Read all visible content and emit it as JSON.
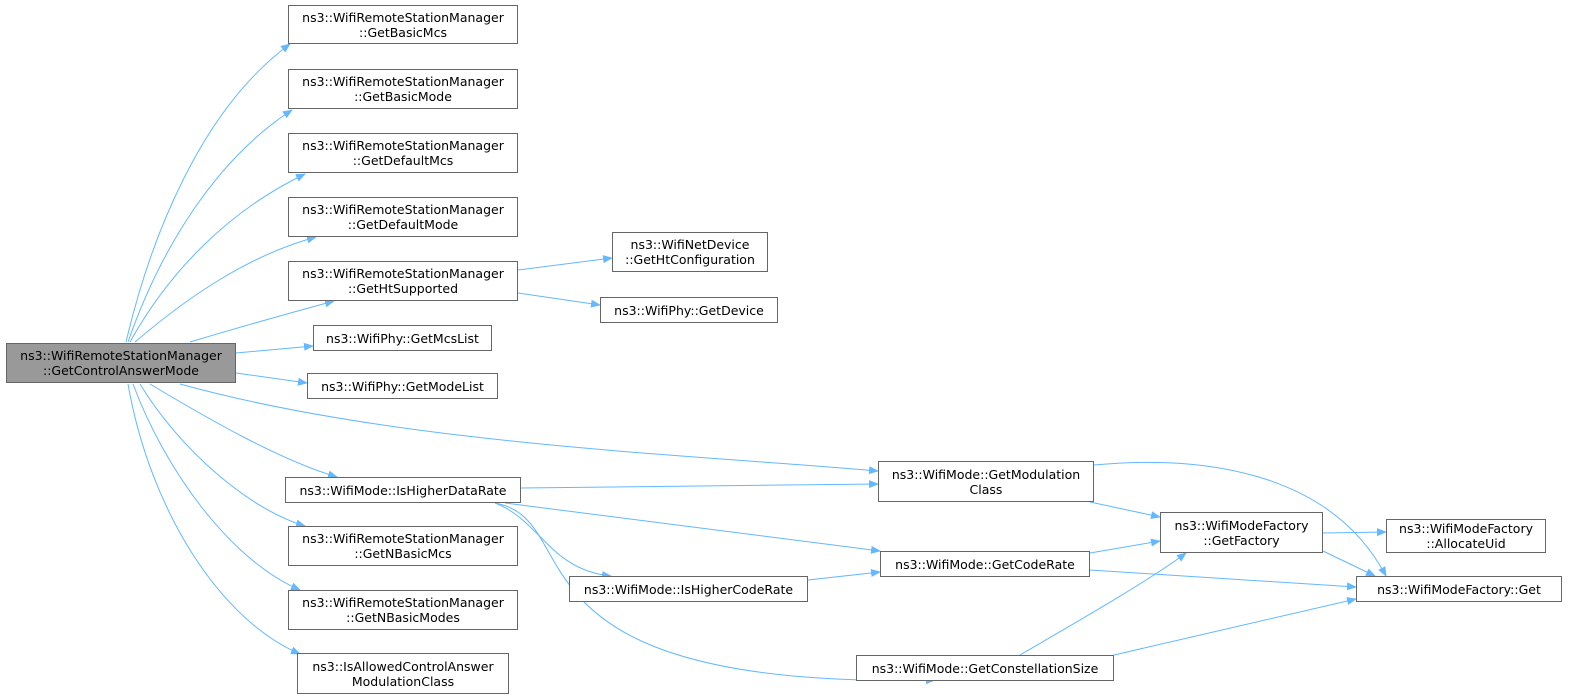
{
  "colors": {
    "edge": "#63b8ff",
    "border": "#666666",
    "root_fill": "#999999",
    "node_fill": "#ffffff",
    "text": "#000000"
  },
  "nodes": [
    {
      "id": "root",
      "lines": [
        "ns3::WifiRemoteStationManager",
        "::GetControlAnswerMode"
      ],
      "root": true
    },
    {
      "id": "getBasicMcs",
      "lines": [
        "ns3::WifiRemoteStationManager",
        "::GetBasicMcs"
      ]
    },
    {
      "id": "getBasicMode",
      "lines": [
        "ns3::WifiRemoteStationManager",
        "::GetBasicMode"
      ]
    },
    {
      "id": "getDefaultMcs",
      "lines": [
        "ns3::WifiRemoteStationManager",
        "::GetDefaultMcs"
      ]
    },
    {
      "id": "getDefaultMode",
      "lines": [
        "ns3::WifiRemoteStationManager",
        "::GetDefaultMode"
      ]
    },
    {
      "id": "getHtSupported",
      "lines": [
        "ns3::WifiRemoteStationManager",
        "::GetHtSupported"
      ]
    },
    {
      "id": "getHtConfiguration",
      "lines": [
        "ns3::WifiNetDevice",
        "::GetHtConfiguration"
      ]
    },
    {
      "id": "getDevice",
      "lines": [
        "ns3::WifiPhy::GetDevice"
      ]
    },
    {
      "id": "getMcsList",
      "lines": [
        "ns3::WifiPhy::GetMcsList"
      ]
    },
    {
      "id": "getModeList",
      "lines": [
        "ns3::WifiPhy::GetModeList"
      ]
    },
    {
      "id": "isHigherDataRate",
      "lines": [
        "ns3::WifiMode::IsHigherDataRate"
      ]
    },
    {
      "id": "getNBasicMcs",
      "lines": [
        "ns3::WifiRemoteStationManager",
        "::GetNBasicMcs"
      ]
    },
    {
      "id": "getNBasicModes",
      "lines": [
        "ns3::WifiRemoteStationManager",
        "::GetNBasicModes"
      ]
    },
    {
      "id": "isAllowed",
      "lines": [
        "ns3::IsAllowedControlAnswer",
        "ModulationClass"
      ]
    },
    {
      "id": "getModulationClass",
      "lines": [
        "ns3::WifiMode::GetModulation",
        "Class"
      ]
    },
    {
      "id": "getCodeRate",
      "lines": [
        "ns3::WifiMode::GetCodeRate"
      ]
    },
    {
      "id": "isHigherCodeRate",
      "lines": [
        "ns3::WifiMode::IsHigherCodeRate"
      ]
    },
    {
      "id": "getConstellationSize",
      "lines": [
        "ns3::WifiMode::GetConstellationSize"
      ]
    },
    {
      "id": "getFactory",
      "lines": [
        "ns3::WifiModeFactory",
        "::GetFactory"
      ]
    },
    {
      "id": "allocateUid",
      "lines": [
        "ns3::WifiModeFactory",
        "::AllocateUid"
      ]
    },
    {
      "id": "factoryGet",
      "lines": [
        "ns3::WifiModeFactory::Get"
      ]
    }
  ],
  "edges": [
    {
      "from": "root",
      "to": "getBasicMcs"
    },
    {
      "from": "root",
      "to": "getBasicMode"
    },
    {
      "from": "root",
      "to": "getDefaultMcs"
    },
    {
      "from": "root",
      "to": "getDefaultMode"
    },
    {
      "from": "root",
      "to": "getHtSupported"
    },
    {
      "from": "root",
      "to": "getMcsList"
    },
    {
      "from": "root",
      "to": "getModeList"
    },
    {
      "from": "root",
      "to": "getModulationClass"
    },
    {
      "from": "root",
      "to": "isHigherDataRate"
    },
    {
      "from": "root",
      "to": "getNBasicMcs"
    },
    {
      "from": "root",
      "to": "getNBasicModes"
    },
    {
      "from": "root",
      "to": "isAllowed"
    },
    {
      "from": "getHtSupported",
      "to": "getHtConfiguration"
    },
    {
      "from": "getHtSupported",
      "to": "getDevice"
    },
    {
      "from": "isHigherDataRate",
      "to": "getModulationClass"
    },
    {
      "from": "isHigherDataRate",
      "to": "getCodeRate"
    },
    {
      "from": "isHigherDataRate",
      "to": "isHigherCodeRate"
    },
    {
      "from": "isHigherDataRate",
      "to": "getConstellationSize"
    },
    {
      "from": "getModulationClass",
      "to": "getFactory"
    },
    {
      "from": "getModulationClass",
      "to": "factoryGet"
    },
    {
      "from": "getCodeRate",
      "to": "getFactory"
    },
    {
      "from": "getCodeRate",
      "to": "factoryGet"
    },
    {
      "from": "isHigherCodeRate",
      "to": "getCodeRate"
    },
    {
      "from": "getConstellationSize",
      "to": "getFactory"
    },
    {
      "from": "getConstellationSize",
      "to": "factoryGet"
    },
    {
      "from": "getFactory",
      "to": "allocateUid"
    },
    {
      "from": "getFactory",
      "to": "factoryGet"
    }
  ]
}
